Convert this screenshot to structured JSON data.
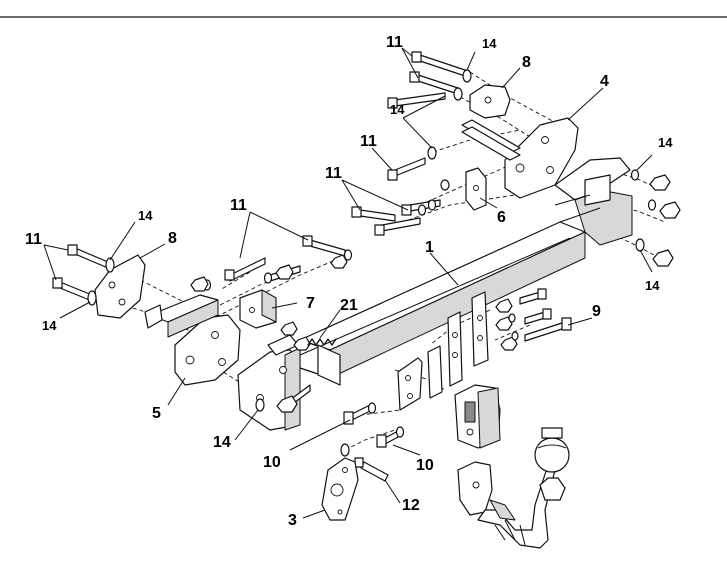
{
  "labels": {
    "p1": "1",
    "p3": "3",
    "p4": "4",
    "p5": "5",
    "p6": "6",
    "p7": "7",
    "p8": "8",
    "p9": "9",
    "p10": "10",
    "p11": "11",
    "p12": "12",
    "p14": "14",
    "p21": "21"
  }
}
